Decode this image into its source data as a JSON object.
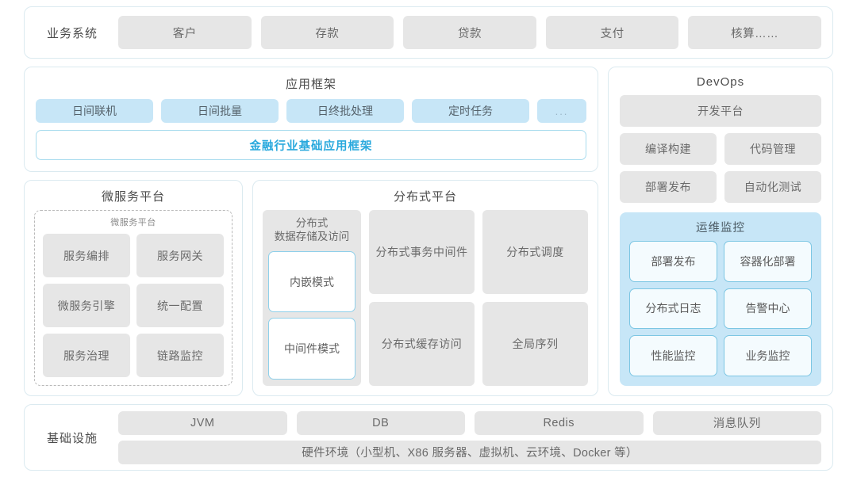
{
  "business": {
    "label": "业务系统",
    "items": [
      "客户",
      "存款",
      "贷款",
      "支付",
      "核算……"
    ]
  },
  "app_framework": {
    "title": "应用框架",
    "items": [
      "日间联机",
      "日间批量",
      "日终批处理",
      "定时任务",
      "..."
    ],
    "foundation": "金融行业基础应用框架",
    "accent": "#2aa9dd"
  },
  "microservice": {
    "title": "微服务平台",
    "inner_title": "微服务平台",
    "items": [
      "服务编排",
      "服务网关",
      "微服务引擎",
      "统一配置",
      "服务治理",
      "链路监控"
    ]
  },
  "distributed": {
    "title": "分布式平台",
    "storage": {
      "title": "分布式\n数据存储及访问",
      "title_line1": "分布式",
      "title_line2": "数据存储及访问",
      "modes": [
        "内嵌模式",
        "中间件模式"
      ]
    },
    "cells": [
      {
        "line1": "分布式",
        "line2": "事务中间件"
      },
      {
        "line1": "分布式调度",
        "line2": ""
      },
      {
        "line1": "分布式",
        "line2": "缓存访问"
      },
      {
        "line1": "全局序列",
        "line2": ""
      }
    ]
  },
  "devops": {
    "title": "DevOps",
    "platform": "开发平台",
    "row1": [
      "编译构建",
      "代码管理"
    ],
    "row2": [
      "部署发布",
      "自动化测试"
    ],
    "ops": {
      "title": "运维监控",
      "items": [
        "部署发布",
        "容器化部署",
        "分布式日志",
        "告警中心",
        "性能监控",
        "业务监控"
      ],
      "bg": "#c7e6f7"
    }
  },
  "infrastructure": {
    "label": "基础设施",
    "items": [
      "JVM",
      "DB",
      "Redis",
      "消息队列"
    ],
    "hardware": "硬件环境（小型机、X86 服务器、虚拟机、云环境、Docker 等）"
  },
  "colors": {
    "gray_box": "#e6e6e6",
    "blue_box": "#c7e6f7",
    "shell_border": "#dbeaf0",
    "accent": "#2aa9dd"
  }
}
